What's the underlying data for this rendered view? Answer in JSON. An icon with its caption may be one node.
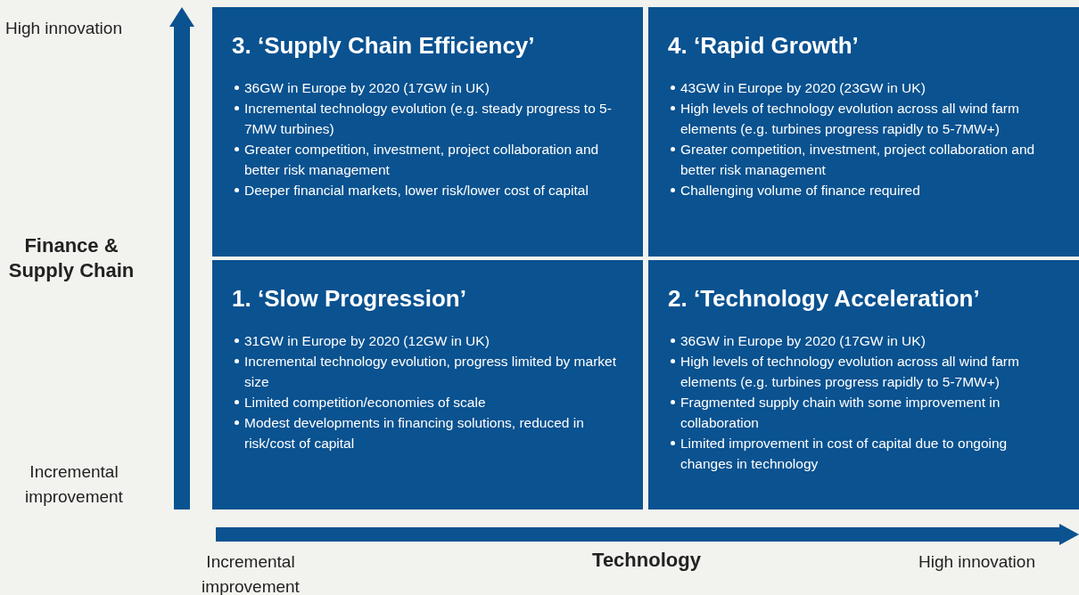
{
  "diagram": {
    "nodes": [
      {
        "text": [
          "3. ‘Supply Chain Efficiency’",
          "36GW in Europe by 2020 (17GW in UK)",
          "Incremental technology evolution (e.g. steady progress to 5-7MW turbines)",
          "Greater competition, investment, project collaboration and better risk management",
          "Deeper financial markets, lower risk/lower cost of capital"
        ]
      },
      {
        "text": [
          "4. ‘Rapid Growth’",
          "43GW in Europe by 2020 (23GW in UK)",
          "High levels of technology evolution across all wind farm elements (e.g. turbines progress rapidly to 5-7MW+)",
          "Greater competition, investment, project collaboration and better risk management",
          "Challenging volume of finance required"
        ]
      },
      {
        "text": [
          "1. ‘Slow Progression’",
          "31GW in Europe by 2020 (12GW in UK)",
          "Incremental technology evolution, progress limited by market size",
          "Limited competition/economies of scale",
          "Modest developments in financing solutions, reduced in risk/cost of capital"
        ]
      },
      {
        "text": [
          "2. ‘Technology Acceleration’",
          "36GW in Europe by 2020 (17GW in UK)",
          "High levels of technology evolution across all wind farm elements (e.g. turbines progress rapidly to 5-7MW+)",
          "Fragmented supply chain with some improvement in collaboration",
          "Limited improvement in cost of capital due to ongoing changes in technology"
        ]
      }
    ],
    "labels": [
      "High innovation",
      "Finance & Supply Chain",
      "Incremental improvement",
      "Incremental improvement",
      "Technology",
      "High innovation"
    ]
  }
}
